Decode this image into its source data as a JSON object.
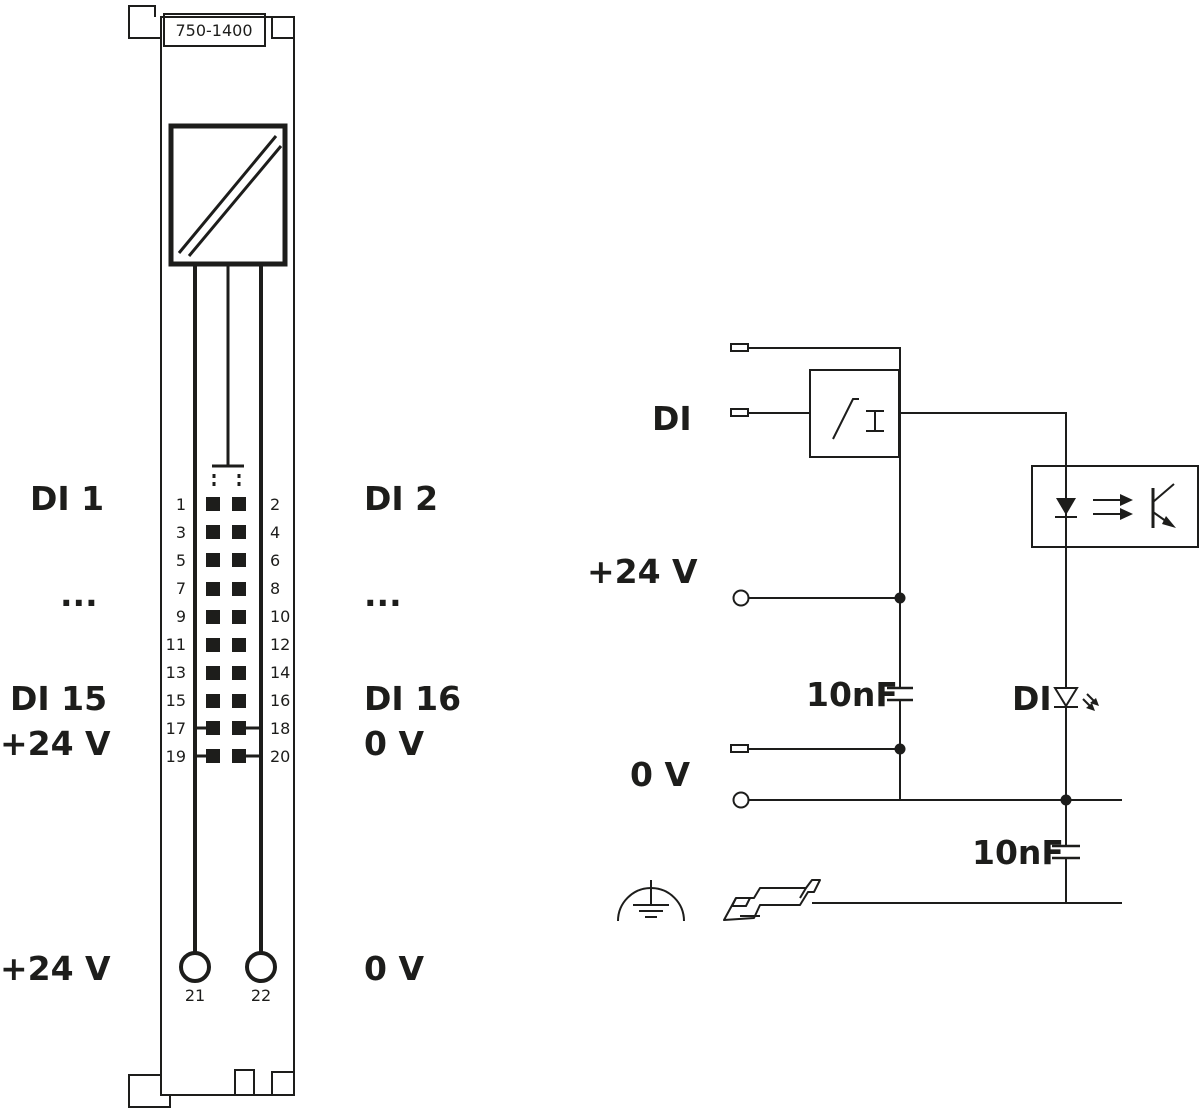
{
  "module": {
    "part_number": "750-1400",
    "left_labels": [
      "DI 1",
      "...",
      "DI 15",
      "+24 V",
      "+24 V"
    ],
    "right_labels": [
      "DI 2",
      "...",
      "DI 16",
      "0 V",
      "0 V"
    ],
    "pin_numbers_left": [
      "1",
      "3",
      "5",
      "7",
      "9",
      "11",
      "13",
      "15",
      "17",
      "19"
    ],
    "pin_numbers_right": [
      "2",
      "4",
      "6",
      "8",
      "10",
      "12",
      "14",
      "16",
      "18",
      "20"
    ],
    "bottom_pins": [
      "21",
      "22"
    ]
  },
  "schematic": {
    "input_label": "DI",
    "supply_label": "+24 V",
    "ground_label": "0 V",
    "capacitor_1": "10nF",
    "capacitor_2": "10nF",
    "led_label": "DI"
  },
  "colors": {
    "ink": "#1d1d1b",
    "background": "#ffffff"
  }
}
